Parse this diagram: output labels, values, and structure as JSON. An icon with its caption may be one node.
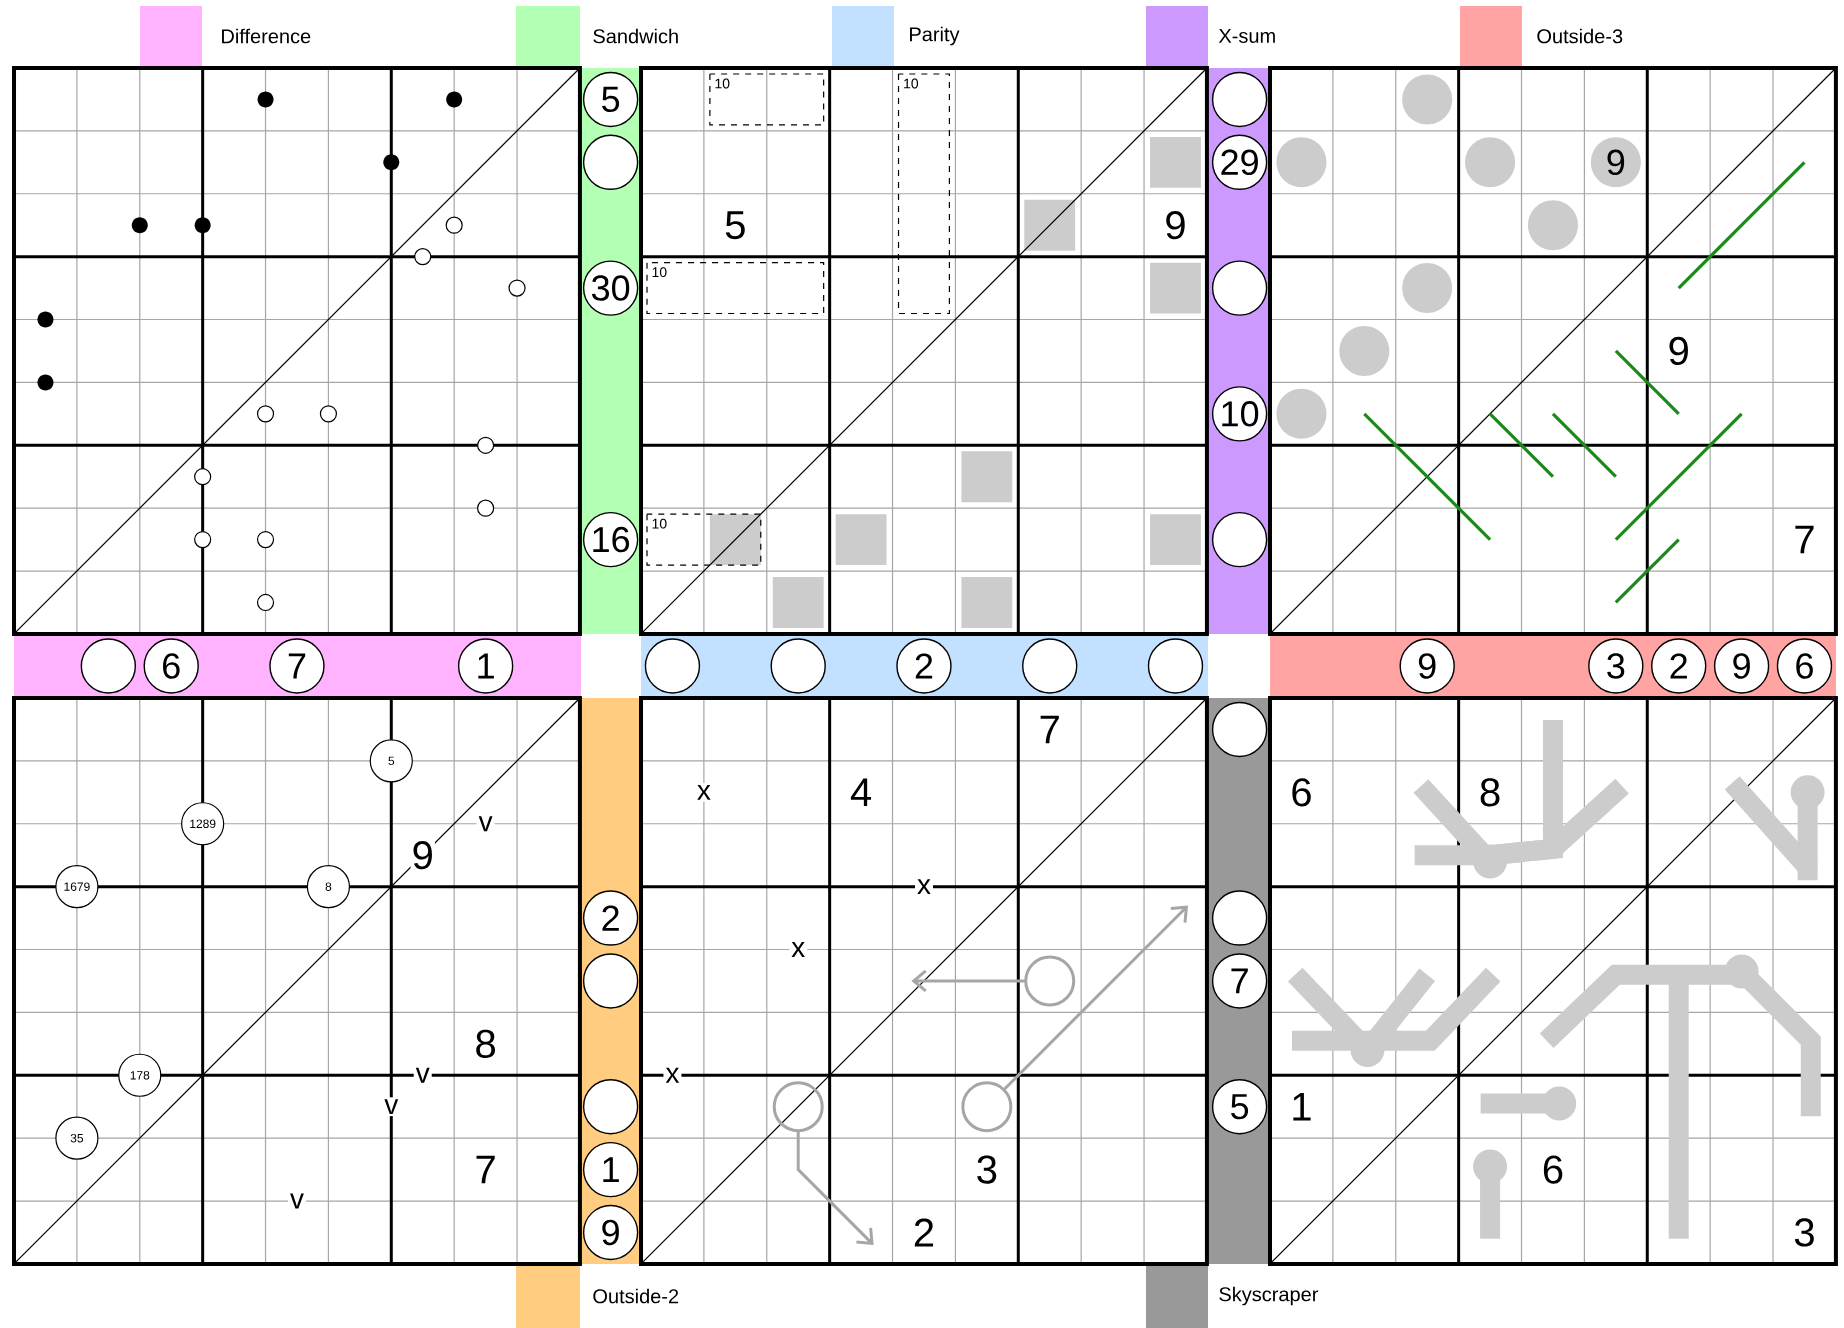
{
  "diagram": {
    "nodes": [
      {
        "text": [
          "5"
        ]
      },
      {
        "text": [],
        "shape": "circle"
      },
      {
        "text": [
          "30"
        ]
      },
      {
        "text": [
          "16"
        ]
      },
      {
        "text": [],
        "shape": "circle"
      },
      {
        "text": [
          "29"
        ]
      },
      {
        "text": [],
        "shape": "circle"
      },
      {
        "text": [
          "10"
        ]
      },
      {
        "text": [],
        "shape": "circle"
      },
      {
        "text": [],
        "shape": "circle"
      },
      {
        "text": [
          "6"
        ]
      },
      {
        "text": [
          "7"
        ]
      },
      {
        "text": [
          "1"
        ]
      },
      {
        "text": [],
        "shape": "circle"
      },
      {
        "text": [],
        "shape": "circle"
      },
      {
        "text": [
          "2"
        ]
      },
      {
        "text": [],
        "shape": "circle"
      },
      {
        "text": [],
        "shape": "circle"
      },
      {
        "text": [
          "9"
        ]
      },
      {
        "text": [
          "3"
        ]
      },
      {
        "text": [
          "2"
        ]
      },
      {
        "text": [
          "9"
        ]
      },
      {
        "text": [
          "6"
        ]
      },
      {
        "text": [],
        "shape": "circle"
      },
      {
        "text": [],
        "shape": "circle"
      },
      {
        "text": [],
        "shape": "circle"
      },
      {
        "text": [
          "9"
        ]
      },
      {
        "text": [],
        "shape": "circle"
      },
      {
        "text": [],
        "shape": "circle"
      },
      {
        "text": [],
        "shape": "circle"
      },
      {
        "text": [],
        "shape": "circle"
      },
      {
        "text": [
          "2"
        ]
      },
      {
        "text": [],
        "shape": "circle"
      },
      {
        "text": [],
        "shape": "circle"
      },
      {
        "text": [
          "1"
        ]
      },
      {
        "text": [
          "9"
        ]
      },
      {
        "text": [],
        "shape": "circle"
      },
      {
        "text": [],
        "shape": "circle"
      },
      {
        "text": [
          "7"
        ]
      },
      {
        "text": [
          "5"
        ]
      },
      {
        "text": [
          "5"
        ]
      },
      {
        "text": [
          "1289"
        ]
      },
      {
        "text": [
          "1679"
        ]
      },
      {
        "text": [
          "8"
        ]
      },
      {
        "text": [
          "178"
        ]
      },
      {
        "text": [
          "35"
        ]
      }
    ],
    "labels": [
      "10",
      "10",
      "5",
      "9",
      "10",
      "10",
      "9",
      "7",
      "v",
      "9",
      "8",
      "v",
      "v",
      "7",
      "v",
      "7",
      "x",
      "4",
      "x",
      "x",
      "x",
      "3",
      "2",
      "6",
      "8",
      "1",
      "6",
      "3"
    ],
    "legend": [
      {
        "text": "Difference",
        "color": "#ffb3ff"
      },
      {
        "text": "Sandwich",
        "color": "#b3ffb3"
      },
      {
        "text": "Parity",
        "color": "#c2e0ff"
      },
      {
        "text": "X-sum",
        "color": "#cc99ff"
      },
      {
        "text": "Outside-3",
        "color": "#ffa3a3"
      },
      {
        "text": "Outside-2",
        "color": "#ffcc80"
      },
      {
        "text": "Skyscraper",
        "color": "#999999"
      }
    ]
  }
}
